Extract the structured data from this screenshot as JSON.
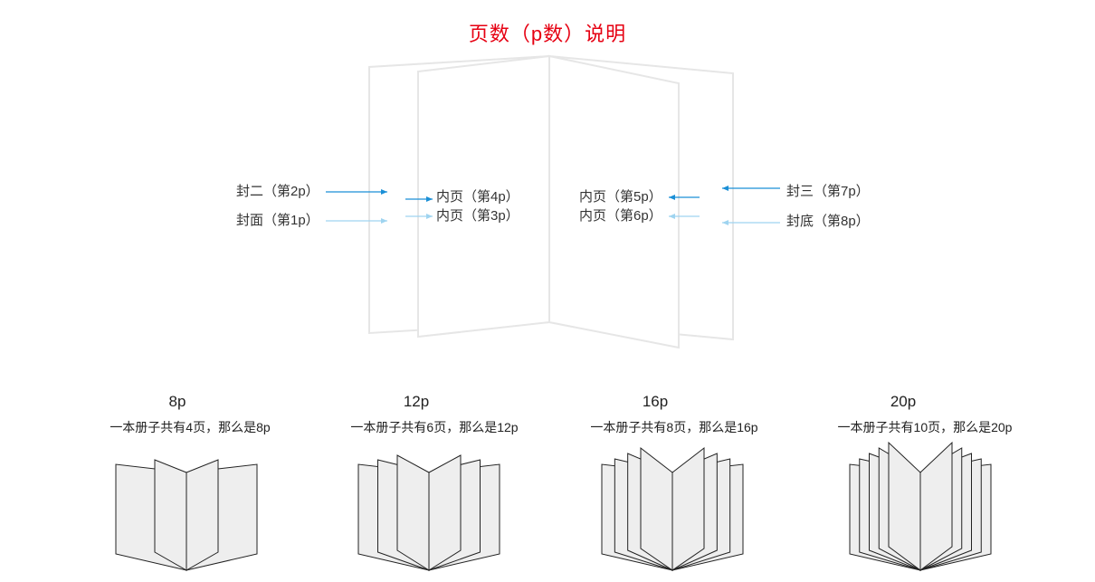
{
  "title": "页数（p数）说明",
  "colors": {
    "title": "#e60012",
    "arrow_strong": "#1a8fd6",
    "arrow_light": "#9fd4f0",
    "page_outline": "#e6e6e6",
    "booklet_fill": "#eeeeee",
    "booklet_stroke": "#222222"
  },
  "labels": {
    "cover2": "封二（第2p）",
    "cover1": "封面（第1p）",
    "inner4": "内页（第4p）",
    "inner3": "内页（第3p）",
    "inner5": "内页（第5p）",
    "inner6": "内页（第6p）",
    "cover3": "封三（第7p）",
    "back": "封底（第8p）"
  },
  "booklets": [
    {
      "pages": "8p",
      "desc": "一本册子共有4页，那么是8p",
      "sheets": 4
    },
    {
      "pages": "12p",
      "desc": "一本册子共有6页，那么是12p",
      "sheets": 6
    },
    {
      "pages": "16p",
      "desc": "一本册子共有8页，那么是16p",
      "sheets": 8
    },
    {
      "pages": "20p",
      "desc": "一本册子共有10页，那么是20p",
      "sheets": 10
    }
  ]
}
